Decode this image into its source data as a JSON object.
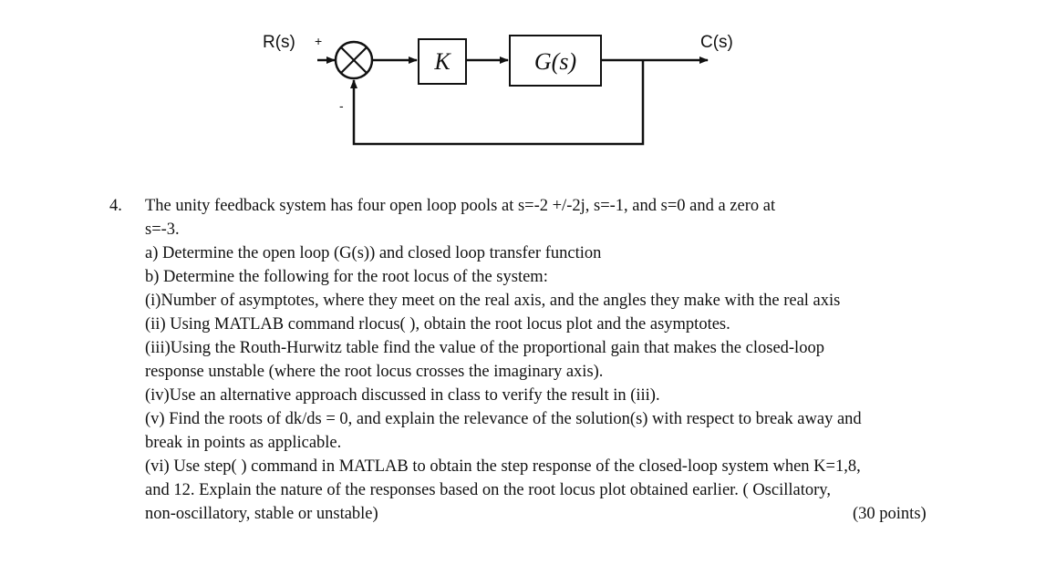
{
  "diagram": {
    "input_label": "R(s)",
    "output_label": "C(s)",
    "plus_sign": "+",
    "minus_sign": "-",
    "gain_block": "K",
    "plant_block": "G(s)"
  },
  "question": {
    "number": "4.",
    "lines": [
      "The unity feedback system has four open loop pools at s=-2 +/-2j, s=-1, and s=0 and a zero at",
      "s=-3.",
      "a) Determine the open loop (G(s)) and closed loop transfer function",
      "b) Determine the following for the root locus of the system:",
      "(i)Number of asymptotes, where they meet on the real axis, and the angles they make with the real axis",
      "(ii) Using MATLAB command rlocus( ), obtain the root locus plot and the asymptotes.",
      "(iii)Using the Routh-Hurwitz table find the value of the proportional gain that makes the closed-loop",
      "response unstable (where the root locus crosses the imaginary axis).",
      "(iv)Use an alternative approach discussed in class to verify the result in (iii).",
      "(v) Find the roots of dk/ds = 0, and explain the relevance of the solution(s) with respect to break away and",
      "break in points as applicable.",
      "(vi) Use step( ) command in MATLAB to obtain the step response of the closed-loop system when K=1,8,",
      "and 12. Explain the nature of the responses based on the root locus plot obtained earlier. ( Oscillatory,",
      "non-oscillatory, stable or unstable)"
    ],
    "points": "(30 points)"
  }
}
